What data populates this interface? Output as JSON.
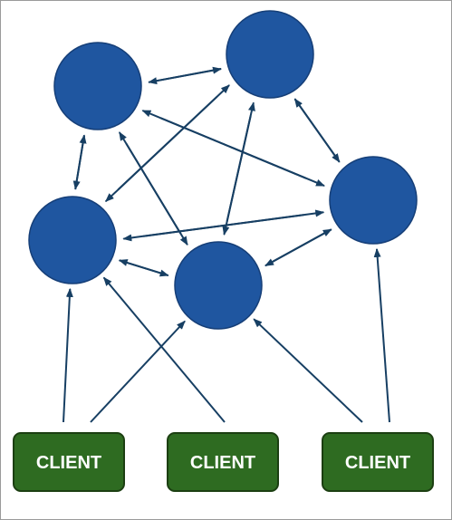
{
  "colors": {
    "node_fill": "#1f56a0",
    "node_stroke": "#163f78",
    "arrow": "#173f63",
    "client_fill": "#2e6b21",
    "client_stroke": "#1c3f12",
    "client_text": "#ffffff"
  },
  "nodes": [
    {
      "id": "n1",
      "label": ""
    },
    {
      "id": "n2",
      "label": ""
    },
    {
      "id": "n3",
      "label": ""
    },
    {
      "id": "n4",
      "label": ""
    },
    {
      "id": "n5",
      "label": ""
    }
  ],
  "clients": [
    {
      "id": "c1",
      "label": "CLIENT"
    },
    {
      "id": "c2",
      "label": "CLIENT"
    },
    {
      "id": "c3",
      "label": "CLIENT"
    }
  ],
  "edges": [
    {
      "from": "n1",
      "to": "n2"
    },
    {
      "from": "n2",
      "to": "n1"
    },
    {
      "from": "n1",
      "to": "n3"
    },
    {
      "from": "n3",
      "to": "n1"
    },
    {
      "from": "n1",
      "to": "n4"
    },
    {
      "from": "n4",
      "to": "n1"
    },
    {
      "from": "n1",
      "to": "n5"
    },
    {
      "from": "n5",
      "to": "n1"
    },
    {
      "from": "n2",
      "to": "n3"
    },
    {
      "from": "n3",
      "to": "n2"
    },
    {
      "from": "n2",
      "to": "n4"
    },
    {
      "from": "n4",
      "to": "n2"
    },
    {
      "from": "n2",
      "to": "n5"
    },
    {
      "from": "n5",
      "to": "n2"
    },
    {
      "from": "n3",
      "to": "n4"
    },
    {
      "from": "n4",
      "to": "n3"
    },
    {
      "from": "n3",
      "to": "n5"
    },
    {
      "from": "n5",
      "to": "n3"
    },
    {
      "from": "n4",
      "to": "n5"
    },
    {
      "from": "n5",
      "to": "n4"
    },
    {
      "from": "c1",
      "to": "n3"
    },
    {
      "from": "c1",
      "to": "n4"
    },
    {
      "from": "c2",
      "to": "n3"
    },
    {
      "from": "c3",
      "to": "n4"
    },
    {
      "from": "c3",
      "to": "n5"
    }
  ]
}
